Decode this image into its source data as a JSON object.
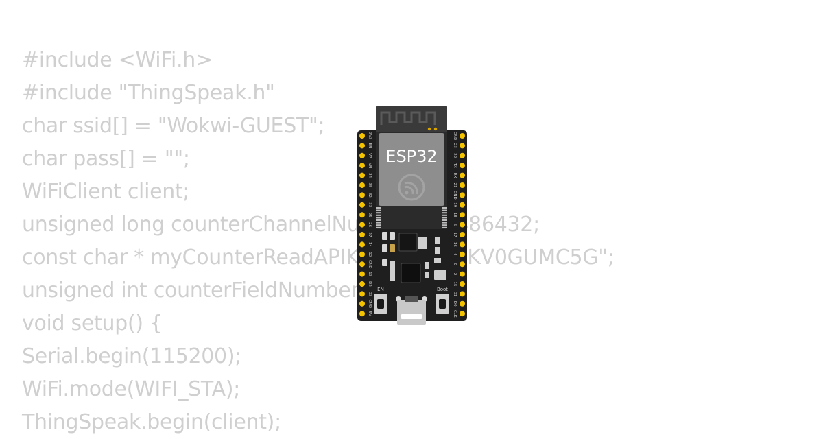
{
  "code_lines": [
    "#include <WiFi.h>",
    "#include \"ThingSpeak.h\"",
    "char ssid[] = \"Wokwi-GUEST\";",
    "char pass[] = \"\";",
    "WiFiClient client;",
    "unsigned long counterChannelNumber = 2486432;",
    "const char * myCounterReadAPIKey = \"JULZKV0GUMC5G\";",
    "unsigned int counterFieldNumber = 1;",
    "void setup() {",
    "Serial.begin(115200);",
    "WiFi.mode(WIFI_STA);",
    "ThingSpeak.begin(client);"
  ],
  "board": {
    "module_label": "ESP32",
    "en_label": "EN",
    "boot_label": "Boot",
    "left_pins": [
      "3V3",
      "EN",
      "VP",
      "VN",
      "34",
      "35",
      "32",
      "33",
      "25",
      "26",
      "27",
      "14",
      "12",
      "GND",
      "13",
      "D2",
      "D3",
      "CMD",
      "5V"
    ],
    "right_pins": [
      "GND",
      "23",
      "22",
      "TX",
      "RX",
      "21",
      "GND",
      "19",
      "18",
      "5",
      "17",
      "16",
      "4",
      "0",
      "2",
      "15",
      "D1",
      "D0",
      "CLK"
    ]
  },
  "colors": {
    "code_text": "#cfcfcf",
    "pcb": "#1f1f1f",
    "module_shield": "#8e8e8e",
    "antenna_area": "#3a3a3a",
    "pin_pad": "#f5c400",
    "usb_port": "#c9c9c9"
  },
  "icons": {
    "module_logo": "espressif-logo-icon"
  }
}
